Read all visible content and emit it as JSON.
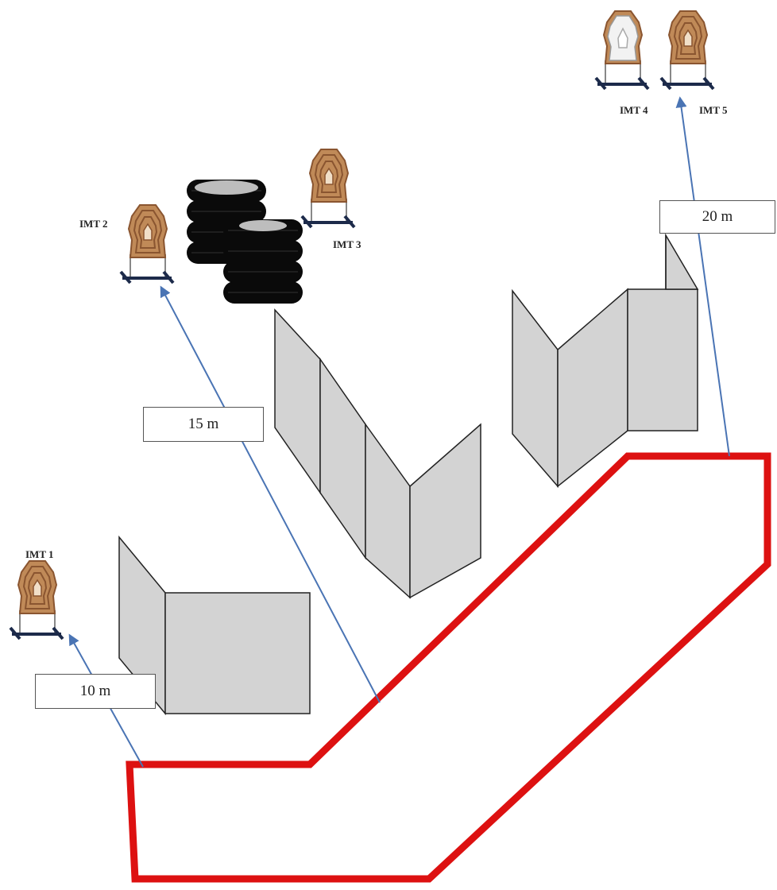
{
  "targets": [
    {
      "id": "imt1",
      "label": "IMT 1"
    },
    {
      "id": "imt2",
      "label": "IMT 2"
    },
    {
      "id": "imt3",
      "label": "IMT 3"
    },
    {
      "id": "imt4",
      "label": "IMT 4"
    },
    {
      "id": "imt5",
      "label": "IMT 5"
    }
  ],
  "distances": [
    {
      "id": "d10",
      "label": "10 m"
    },
    {
      "id": "d15",
      "label": "15 m"
    },
    {
      "id": "d20",
      "label": "20 m"
    }
  ],
  "colors": {
    "shooting_box": "#dd1111",
    "wall_fill": "#d3d3d3",
    "wall_stroke": "#222222",
    "arrow": "#4a74b4",
    "target_body": "#c08a58",
    "target_ring": "#8a5530",
    "target_white": "#f2f2f2",
    "stand": "#1c2a4a",
    "tire": "#0a0a0a"
  }
}
